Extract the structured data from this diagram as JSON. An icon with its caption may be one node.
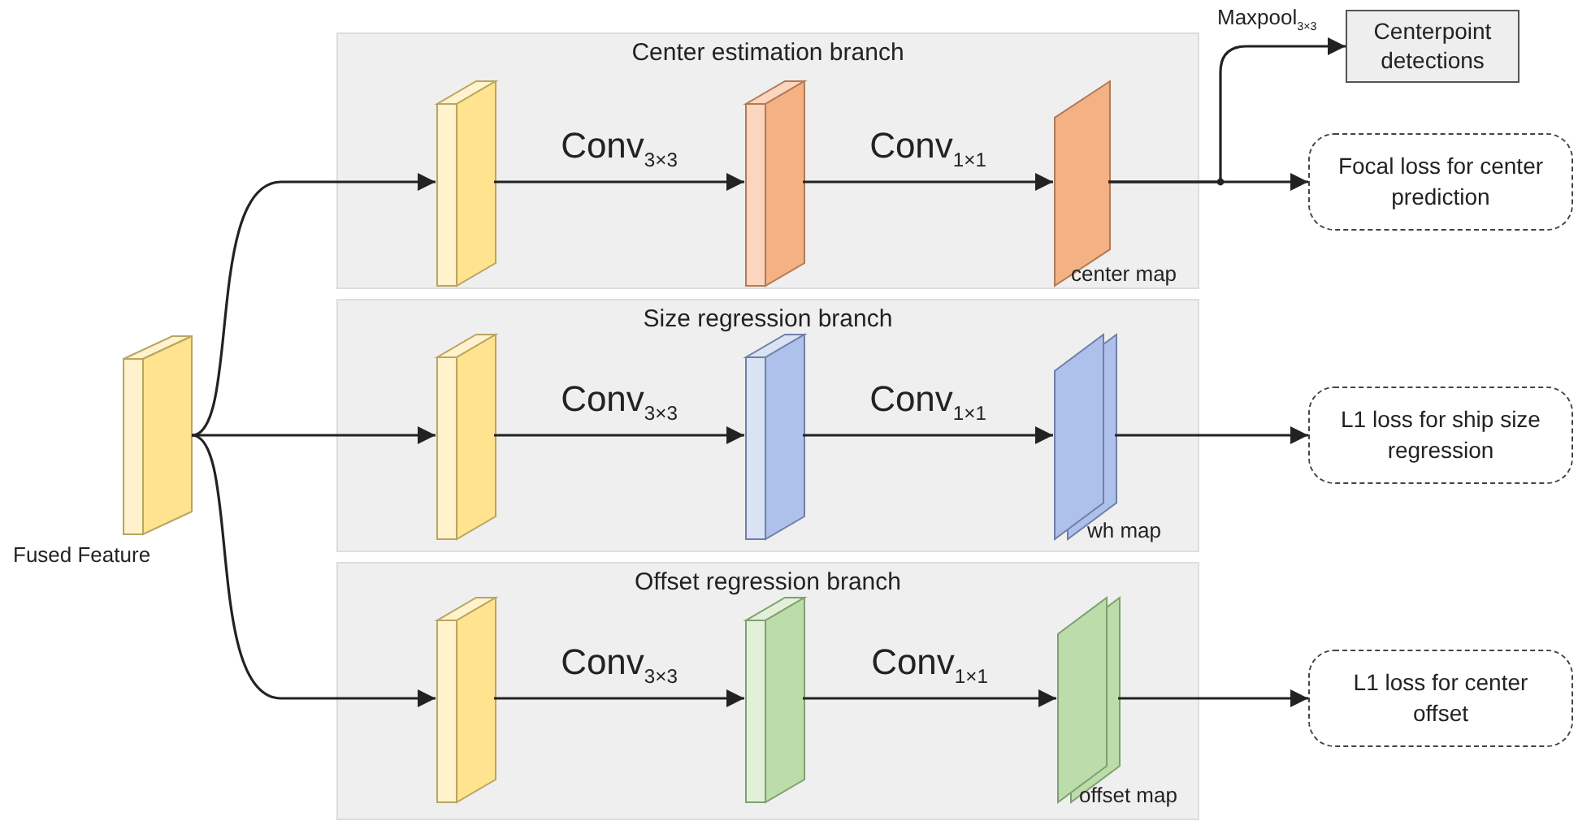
{
  "diagram": {
    "nodes": [
      {
        "text": [],
        "shape": "box",
        "beside": [
          "Fused Feature"
        ]
      },
      {
        "text": [
          "Center estimation branch"
        ]
      },
      {
        "text": [],
        "shape": "box",
        "in": 1
      },
      {
        "text": [],
        "shape": "box",
        "in": 1
      },
      {
        "text": [],
        "shape": "box",
        "in": 1,
        "beside": [
          "center map"
        ]
      },
      {
        "text": [
          "Size regression branch"
        ]
      },
      {
        "text": [],
        "shape": "box",
        "in": 5
      },
      {
        "text": [],
        "shape": "box",
        "in": 5
      },
      {
        "text": [],
        "shape": "box",
        "in": 5,
        "beside": [
          "wh map"
        ]
      },
      {
        "text": [
          "Offset regression branch"
        ]
      },
      {
        "text": [],
        "shape": "box",
        "in": 9
      },
      {
        "text": [],
        "shape": "box",
        "in": 9
      },
      {
        "text": [],
        "shape": "box",
        "in": 9,
        "beside": [
          "offset map"
        ]
      },
      {
        "text": [
          "Centerpoint detections"
        ]
      },
      {
        "text": [
          "Focal loss for center prediction"
        ]
      },
      {
        "text": [
          "L1 loss for ship size regression"
        ]
      },
      {
        "text": [
          "L1 loss for center offset"
        ]
      }
    ],
    "edges": [
      {
        "from": 0,
        "to": 2,
        "arrow": "to"
      },
      {
        "from": 0,
        "to": 6,
        "arrow": "to"
      },
      {
        "from": 0,
        "to": 10,
        "arrow": "to"
      },
      {
        "from": 2,
        "to": 3,
        "arrow": "to",
        "label": "Conv$_{3×3}$"
      },
      {
        "from": 3,
        "to": 4,
        "arrow": "to",
        "label": "Conv$_{1×1}$"
      },
      {
        "from": 4,
        "to": 13,
        "arrow": "to",
        "label": "Maxpool$_{3×3}$"
      },
      {
        "from": 4,
        "to": 14,
        "arrow": "to"
      },
      {
        "from": 6,
        "to": 7,
        "arrow": "to",
        "label": "Conv$_{3×3}$"
      },
      {
        "from": 7,
        "to": 8,
        "arrow": "to",
        "label": "Conv$_{1×1}$"
      },
      {
        "from": 8,
        "to": 15,
        "arrow": "to"
      },
      {
        "from": 10,
        "to": 11,
        "arrow": "to",
        "label": "Conv$_{3×3}$"
      },
      {
        "from": 11,
        "to": 12,
        "arrow": "to",
        "label": "Conv$_{1×1}$"
      },
      {
        "from": 12,
        "to": 16,
        "arrow": "to"
      }
    ]
  }
}
